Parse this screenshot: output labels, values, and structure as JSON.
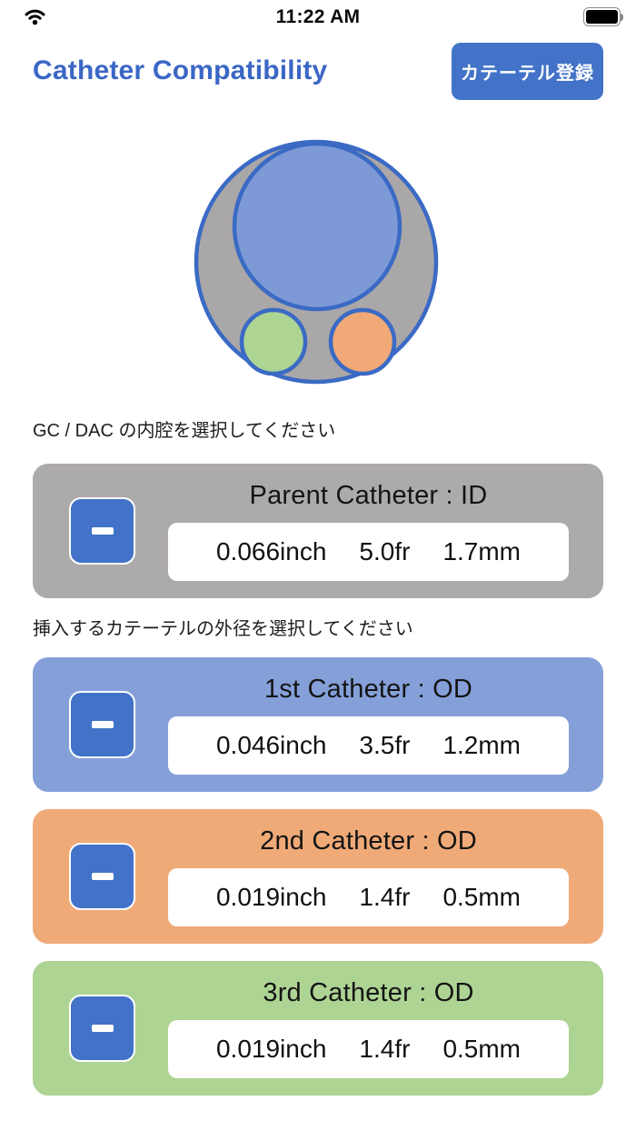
{
  "status_bar": {
    "time": "11:22 AM",
    "wifi_icon": "wifi-full",
    "battery_icon": "battery-full"
  },
  "header": {
    "title": "Catheter Compatibility",
    "register_button_label": "カテーテル登録"
  },
  "colors": {
    "accent_blue": "#4273c8",
    "title_blue": "#3b67c5",
    "card_gray": "#adaaab",
    "card_blue": "#85a0d9",
    "card_orange": "#efaa78",
    "card_green": "#aed494",
    "circle_stroke": "#3a6ac4"
  },
  "diagram": {
    "type": "nested-circles",
    "description": "cross-section of parent catheter lumen containing three child catheters",
    "outer_circle": {
      "name": "parent-catheter-id",
      "fill": "#aaa7a8",
      "stroke": "#3a6ac4"
    },
    "first_circle": {
      "name": "1st-catheter-od",
      "fill": "#7e9ad6",
      "stroke": "#3a6ac4"
    },
    "third_circle": {
      "name": "3rd-catheter-od",
      "fill": "#aed494",
      "stroke": "#3a6ac4"
    },
    "second_circle": {
      "name": "2nd-catheter-od",
      "fill": "#f1a977",
      "stroke": "#3a6ac4"
    }
  },
  "sections": [
    {
      "label": "GC / DAC の内腔を選択してください"
    },
    {
      "label": "挿入するカテーテルの外径を選択してください"
    }
  ],
  "cards": [
    {
      "title": "Parent Catheter : ID",
      "minus": "-",
      "values": [
        "0.066inch",
        "5.0fr",
        "1.7mm"
      ],
      "color": "#adaaab"
    },
    {
      "title": "1st Catheter : OD",
      "minus": "-",
      "values": [
        "0.046inch",
        "3.5fr",
        "1.2mm"
      ],
      "color": "#85a0d9"
    },
    {
      "title": "2nd Catheter : OD",
      "minus": "-",
      "values": [
        "0.019inch",
        "1.4fr",
        "0.5mm"
      ],
      "color": "#efaa78"
    },
    {
      "title": "3rd Catheter : OD",
      "minus": "-",
      "values": [
        "0.019inch",
        "1.4fr",
        "0.5mm"
      ],
      "color": "#aed494"
    }
  ]
}
